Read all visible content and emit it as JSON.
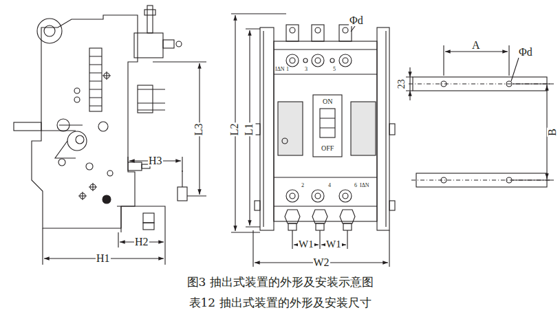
{
  "diagram": {
    "caption": "图3 抽出式装置的外形及安装示意图",
    "labels": [
      "Φd",
      "A",
      "Φd",
      "23",
      "B",
      "L3",
      "L2",
      "L1",
      "H3",
      "H2",
      "H1",
      "W1",
      "W1",
      "W2",
      "ON",
      "OFF",
      "IΔN",
      "1",
      "3",
      "5",
      "2",
      "4",
      "6",
      "IΔN",
      "表12 抽出式装置的外形及安装尺寸"
    ]
  }
}
